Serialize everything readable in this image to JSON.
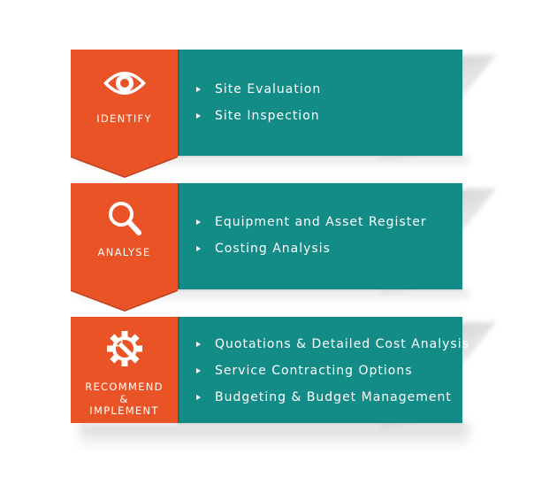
{
  "steps": [
    {
      "label": "IDENTIFY",
      "icon": "eye-icon",
      "items": [
        "Site Evaluation",
        "Site Inspection"
      ]
    },
    {
      "label": "ANALYSE",
      "icon": "magnifier-icon",
      "items": [
        "Equipment and Asset Register",
        "Costing Analysis"
      ]
    },
    {
      "label_lines": [
        "RECOMMEND",
        "&",
        "IMPLEMENT"
      ],
      "icon": "gear-wrench-icon",
      "items": [
        "Quotations & Detailed Cost Analysis",
        "Service Contracting Options",
        "Budgeting & Budget Management"
      ]
    }
  ],
  "colors": {
    "orange": "#ea5325",
    "teal": "#138b86",
    "white": "#ffffff"
  }
}
